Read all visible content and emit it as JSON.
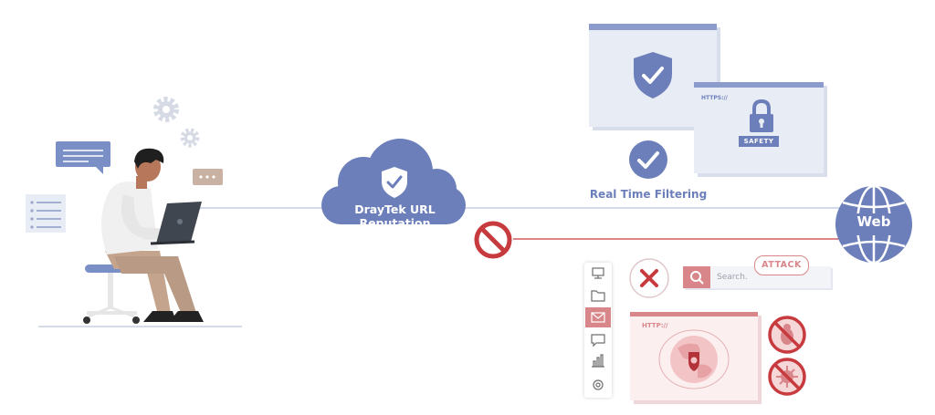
{
  "colors": {
    "accent_blue": "#6c7fba",
    "light_blue": "#e8ecf5",
    "danger_red": "#c73a3e",
    "danger_light": "#d9868b",
    "skin": "#b7775a",
    "shirt": "#f0f0f0",
    "pants": "#c4a48d"
  },
  "cloud": {
    "label": "DrayTek URL Reputation",
    "icon": "shield-check-icon"
  },
  "real_time": {
    "label": "Real Time Filtering",
    "icon": "check-circle-icon"
  },
  "safe_window": {
    "url": "HTTPS://",
    "badge": "SAFETY",
    "icon": "padlock-icon"
  },
  "web": {
    "label": "Web",
    "icon": "globe-icon"
  },
  "threat": {
    "attack_label": "ATTACK",
    "search_placeholder": "Search.",
    "url": "HTTP://"
  },
  "sidebar_icons": [
    "monitor-icon",
    "folder-icon",
    "mail-icon",
    "chat-icon",
    "chart-icon",
    "gear-icon"
  ]
}
